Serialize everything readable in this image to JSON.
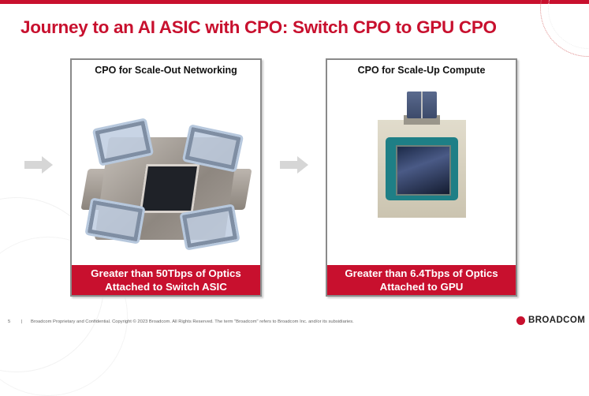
{
  "slide": {
    "title": "Journey to an AI ASIC with CPO: Switch CPO to GPU CPO",
    "accent_color": "#c8102e"
  },
  "cards": [
    {
      "heading": "CPO for Scale-Out Networking",
      "image": "switch-asic-cpo-package",
      "caption_line1": "Greater than 50Tbps of Optics",
      "caption_line2": "Attached to Switch ASIC"
    },
    {
      "heading": "CPO for Scale-Up Compute",
      "image": "gpu-cpo-package",
      "caption_line1": "Greater than 6.4Tbps of Optics",
      "caption_line2": "Attached to GPU"
    }
  ],
  "arrows": [
    "arrow-right-icon",
    "arrow-right-icon"
  ],
  "footer": {
    "page_number": "5",
    "separator": "|",
    "legal": "Broadcom Proprietary and Confidential.  Copyright © 2023 Broadcom.  All Rights Reserved. The term \"Broadcom\" refers to Broadcom Inc. and/or its subsidiaries.",
    "logo_text": "BROADCOM"
  }
}
